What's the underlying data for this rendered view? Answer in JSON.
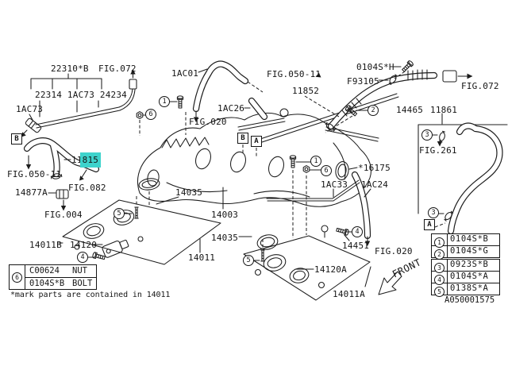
{
  "colors": {
    "highlight": "#3ed3cc"
  },
  "selected_part": {
    "prefix": "11",
    "highlighted": "815"
  },
  "labels": {
    "t22310b": "22310*B",
    "fig072_tl": "FIG.072",
    "t22314_1ac73_24234": "22314 1AC73 24234",
    "t1ac73": "1AC73",
    "fig050_left": "FIG.050-11",
    "fig082": "FIG.082",
    "t14877a": "14877A",
    "fig004": "FIG.004",
    "t14011b": "14011B",
    "t14120": "14120",
    "t1ac01": "1AC01",
    "fig050_mid": "FIG.050-11",
    "t11852": "11852",
    "t1ac26": "1AC26",
    "fig020_top": "FIG.020",
    "t0104sh": "0104S*H",
    "tf93105": "F93105",
    "fig072_tr": "FIG.072",
    "t14465": "14465",
    "t11861": "11861",
    "fig261": "FIG.261",
    "t16175": "*16175",
    "t1ac33": "1AC33",
    "t1ac24": "1AC24",
    "t14035_upper": "14035",
    "t14003": "14003",
    "t14035_lower": "14035",
    "t14011": "14011",
    "t14451": "14451",
    "fig020_right": "FIG.020",
    "t14120a": "14120A",
    "t14011a": "14011A"
  },
  "callout_numbers": {
    "n1": "1",
    "n2": "2",
    "n3": "3",
    "n4": "4",
    "n5": "5",
    "n6": "6"
  },
  "connector_letters": {
    "a": "A",
    "b": "B"
  },
  "legend": {
    "rows": [
      {
        "num": "1",
        "code": "0104S*B"
      },
      {
        "num": "2",
        "code": "0104S*G"
      },
      {
        "num": "3",
        "code": "0923S*B"
      },
      {
        "num": "4",
        "code": "0104S*A"
      },
      {
        "num": "5",
        "code": "0138S*A"
      }
    ]
  },
  "fastener_table": {
    "callout": "6",
    "rows": [
      {
        "part": "C00624",
        "name": "NUT"
      },
      {
        "part": "0104S*B",
        "name": "BOLT"
      }
    ]
  },
  "footnote": "*mark parts are contained in 14011",
  "drawing_number": "A050001575",
  "front_label": "FRONT"
}
